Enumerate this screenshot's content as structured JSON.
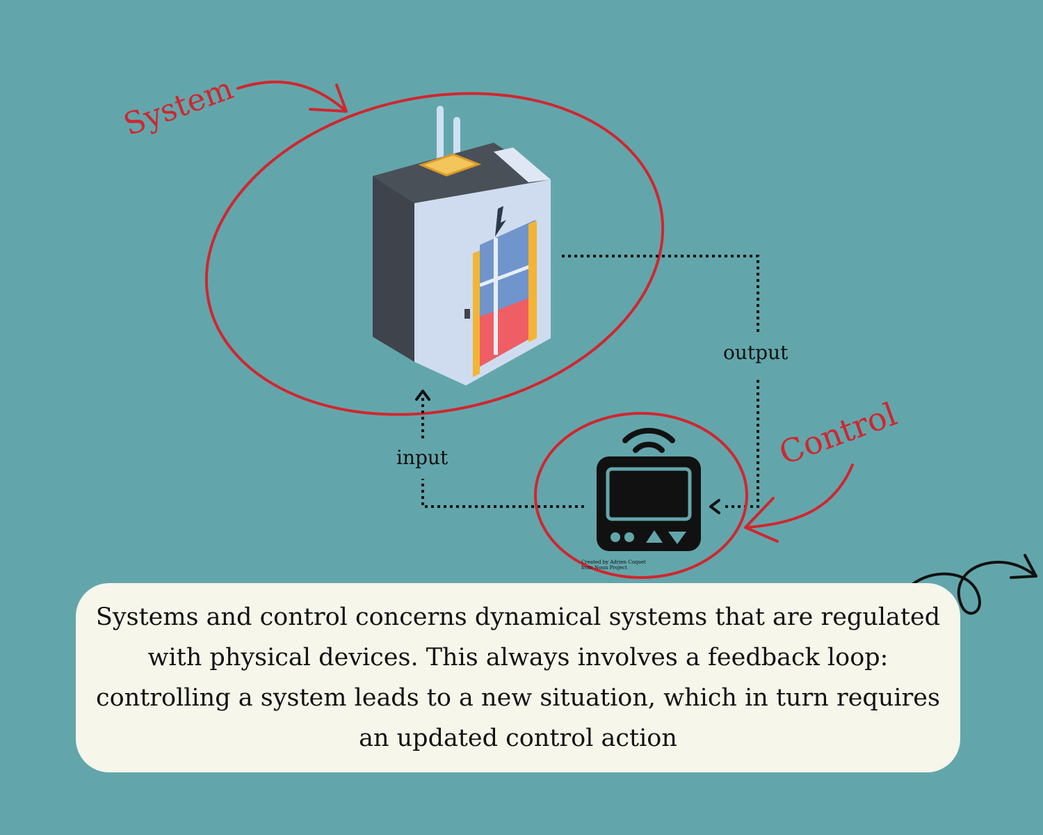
{
  "labels": {
    "system": "System",
    "control": "Control",
    "output": "output",
    "input": "input"
  },
  "credit": {
    "line1": "Created by Adrien Coquet",
    "line2": "from Noun Project"
  },
  "caption": "Systems and control concerns dynamical systems that are regulated with physical devices. This always involves a feedback loop: controlling a system leads to a new situation, which in turn requires an updated control action",
  "icons": [
    "elevator-icon",
    "controller-icon",
    "wifi-icon",
    "swirl-arrow-icon"
  ],
  "colors": {
    "background": "#62a6ab",
    "annotation": "#d0262f",
    "panel": "#f6f6eb",
    "ink": "#111111"
  }
}
